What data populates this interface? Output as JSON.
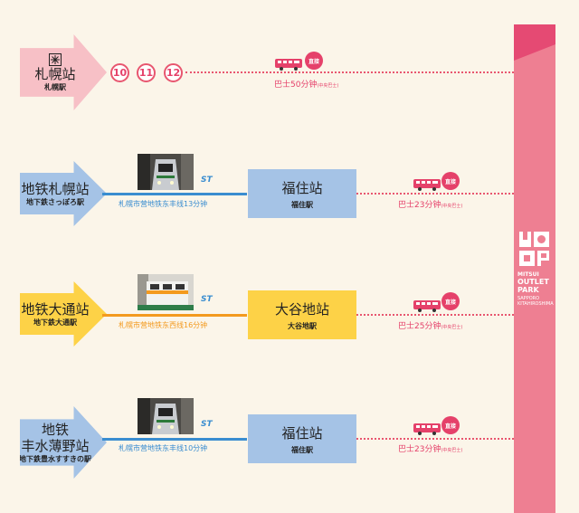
{
  "colors": {
    "background": "#fbf5e9",
    "accent_pink": "#e5416a",
    "mall_pink": "#ee7f92",
    "tozai_line_blue": "#3a8dd0",
    "toho_line_orange": "#f39a1f",
    "station_blue": "#a5c3e6",
    "station_yellow": "#fdd247",
    "origin_pink": "#f7c0c6"
  },
  "routes": [
    {
      "origin_main": "札幌站",
      "origin_sub": "札幌駅",
      "stops": [
        "10",
        "11",
        "12"
      ],
      "bus_badge": "直接",
      "bus_time": "巴士50分钟",
      "bus_note": "(中央巴士)"
    },
    {
      "origin_main": "地铁札幌站",
      "origin_sub": "地下鉄さっぽろ駅",
      "line_label": "札幌市营地铁东丰线13分钟",
      "st_logo": "ST",
      "station_main": "福住站",
      "station_sub": "福住駅",
      "bus_badge": "直接",
      "bus_time": "巴士23分钟",
      "bus_note": "(中央巴士)"
    },
    {
      "origin_main": "地铁大通站",
      "origin_sub": "地下鉄大通駅",
      "line_label": "札幌市营地铁东西线16分钟",
      "st_logo": "ST",
      "station_main": "大谷地站",
      "station_sub": "大谷地駅",
      "bus_badge": "直接",
      "bus_time": "巴士25分钟",
      "bus_note": "(中央巴士)"
    },
    {
      "origin_main_1": "地铁",
      "origin_main_2": "丰水薄野站",
      "origin_sub": "地下鉄豊水すすきの駅",
      "line_label": "札幌市营地铁东丰线10分钟",
      "st_logo": "ST",
      "station_main": "福住站",
      "station_sub": "福住駅",
      "bus_badge": "直接",
      "bus_time": "巴士23分钟",
      "bus_note": "(中央巴士)"
    }
  ],
  "mall": {
    "logo_letters": "MOP",
    "brand_1": "MITSUI",
    "brand_2": "OUTLET",
    "brand_3": "PARK",
    "location_1": "SAPPORO",
    "location_2": "KITAHIROSHIMA"
  }
}
